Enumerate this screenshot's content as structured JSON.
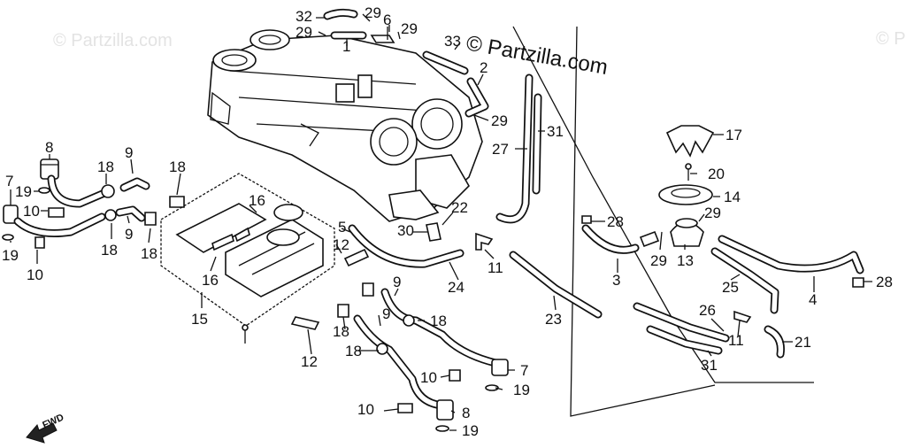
{
  "watermark": {
    "main": "© Partzilla.com",
    "faint_left": "© Partzilla.com",
    "faint_right": "© P"
  },
  "direction_label": "FWD",
  "callouts": [
    {
      "id": "c32",
      "text": "32"
    },
    {
      "id": "c29a",
      "text": "29"
    },
    {
      "id": "c29b",
      "text": "29"
    },
    {
      "id": "c6",
      "text": "6"
    },
    {
      "id": "c29c",
      "text": "29"
    },
    {
      "id": "c1",
      "text": "1"
    },
    {
      "id": "c33",
      "text": "33"
    },
    {
      "id": "c2",
      "text": "2"
    },
    {
      "id": "c29d",
      "text": "29"
    },
    {
      "id": "c27",
      "text": "27"
    },
    {
      "id": "c31a",
      "text": "31"
    },
    {
      "id": "c8a",
      "text": "8"
    },
    {
      "id": "c9a",
      "text": "9"
    },
    {
      "id": "c18a",
      "text": "18"
    },
    {
      "id": "c18b",
      "text": "18"
    },
    {
      "id": "c7a",
      "text": "7"
    },
    {
      "id": "c19a",
      "text": "19"
    },
    {
      "id": "c10a",
      "text": "10"
    },
    {
      "id": "c9b",
      "text": "9"
    },
    {
      "id": "c18c",
      "text": "18"
    },
    {
      "id": "c18d",
      "text": "18"
    },
    {
      "id": "c19b",
      "text": "19"
    },
    {
      "id": "c10b",
      "text": "10"
    },
    {
      "id": "c16a",
      "text": "16"
    },
    {
      "id": "c16b",
      "text": "16"
    },
    {
      "id": "c15",
      "text": "15"
    },
    {
      "id": "c5",
      "text": "5"
    },
    {
      "id": "c12a",
      "text": "12"
    },
    {
      "id": "c22",
      "text": "22"
    },
    {
      "id": "c30",
      "text": "30"
    },
    {
      "id": "c11a",
      "text": "11"
    },
    {
      "id": "c24",
      "text": "24"
    },
    {
      "id": "c23",
      "text": "23"
    },
    {
      "id": "c9c",
      "text": "9"
    },
    {
      "id": "c9d",
      "text": "9"
    },
    {
      "id": "c18e",
      "text": "18"
    },
    {
      "id": "c18f",
      "text": "18"
    },
    {
      "id": "c18g",
      "text": "18"
    },
    {
      "id": "c12b",
      "text": "12"
    },
    {
      "id": "c7b",
      "text": "7"
    },
    {
      "id": "c10c",
      "text": "10"
    },
    {
      "id": "c19c",
      "text": "19"
    },
    {
      "id": "c10d",
      "text": "10"
    },
    {
      "id": "c8b",
      "text": "8"
    },
    {
      "id": "c19d",
      "text": "19"
    },
    {
      "id": "c17",
      "text": "17"
    },
    {
      "id": "c20",
      "text": "20"
    },
    {
      "id": "c14",
      "text": "14"
    },
    {
      "id": "c28a",
      "text": "28"
    },
    {
      "id": "c29e",
      "text": "29"
    },
    {
      "id": "c29f",
      "text": "29"
    },
    {
      "id": "c13",
      "text": "13"
    },
    {
      "id": "c3",
      "text": "3"
    },
    {
      "id": "c25",
      "text": "25"
    },
    {
      "id": "c4",
      "text": "4"
    },
    {
      "id": "c28b",
      "text": "28"
    },
    {
      "id": "c26",
      "text": "26"
    },
    {
      "id": "c11b",
      "text": "11"
    },
    {
      "id": "c21",
      "text": "21"
    },
    {
      "id": "c31b",
      "text": "31"
    }
  ]
}
